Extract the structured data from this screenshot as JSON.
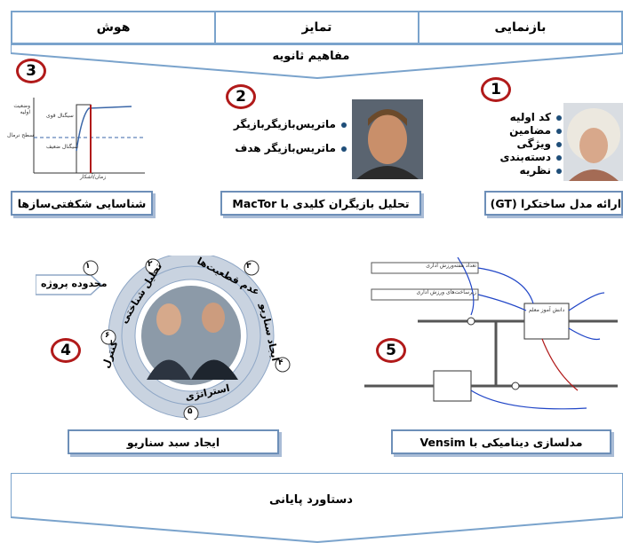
{
  "top_bar": {
    "cells": [
      "بازنمایی",
      "تمایز",
      "هوش"
    ]
  },
  "secondary_concepts": "مفاهیم ثانویه",
  "numbers": [
    "1",
    "2",
    "3",
    "4",
    "5"
  ],
  "gt": {
    "bullets": [
      "کد اولیه",
      "مضامین",
      "ویژگی",
      "دسته‌بندی",
      "نظریه"
    ],
    "caption": "ارائه مدل ساختکرا (GT)"
  },
  "mactor": {
    "bullets": [
      "ماتریس‌بازیگر‌بازیگر",
      "ماتریس‌بازیگر هدف"
    ],
    "caption": "تحلیل بازیگران کلیدی با MacTor"
  },
  "fracture": {
    "caption": "شناسایی شکفتی‌سازها",
    "graph_labels": [
      "وضعیت اولیه",
      "سیگنال قوی",
      "سیگنال ضعیف",
      "سطح نرمال",
      "زمان/آشکار"
    ]
  },
  "scenario": {
    "caption": "ایجاد سبد سناریو",
    "project_scope": "محدوده پروژه",
    "steps": [
      {
        "n": "۲",
        "label": "تحلیل شناختی"
      },
      {
        "n": "۳",
        "label": "عدم قطعیت‌ها"
      },
      {
        "n": "۴",
        "label": "ایجاد سناریو"
      },
      {
        "n": "۵",
        "label": "استراتژی"
      },
      {
        "n": "۶",
        "label": "کنترل"
      }
    ],
    "scope_number": "۱"
  },
  "vensim": {
    "caption": "مدلسازی دینامیکی با Vensim",
    "labels": [
      "تعداد هفته‌ورزش اداری",
      "زیرساخت‌های ورزش اداری",
      "دانش آموز معلم"
    ]
  },
  "final": "دستاورد پایانی"
}
